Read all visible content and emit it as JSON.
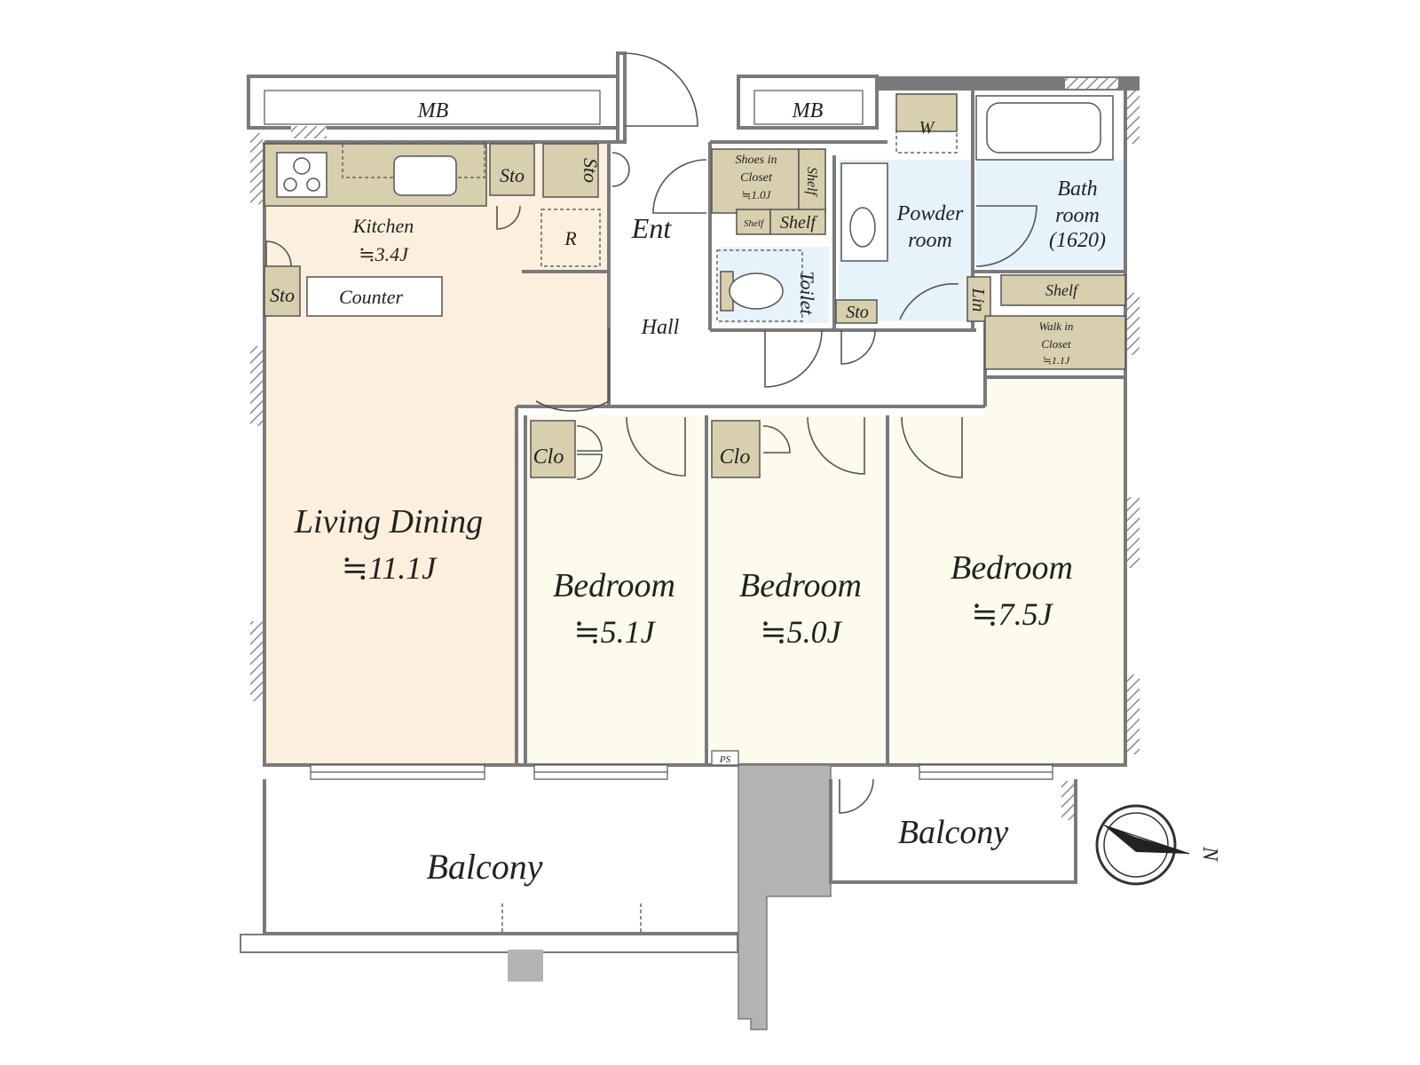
{
  "colors": {
    "living": "#fcefdd",
    "bedroom": "#fdfbec",
    "wet": "#e6f3fb",
    "storage": "#d8cfae",
    "wall": "#7a7a7a",
    "column": "#b3b3b3",
    "line": "#555555"
  },
  "labels": {
    "mb_left": "MB",
    "mb_right": "MB",
    "washer": "W",
    "sto_kitchen_1": "Sto",
    "sto_kitchen_2": "Sto",
    "shoes_line1": "Shoes in",
    "shoes_line2": "Closet",
    "shoes_area": "≒1.0J",
    "shelf_shoes_side": "Shelf",
    "shelf_small": "Shelf",
    "shelf_shoes": "Shelf",
    "entrance": "Ent",
    "fridge": "R",
    "kitchen_name": "Kitchen",
    "kitchen_area": "≒3.4J",
    "sto_counter": "Sto",
    "counter": "Counter",
    "hall": "Hall",
    "toilet": "Toilet",
    "sto_hall": "Sto",
    "powder_line1": "Powder",
    "powder_line2": "room",
    "bath_line1": "Bath",
    "bath_line2": "room",
    "bath_size": "(1620)",
    "linen": "Lin",
    "shelf_wic": "Shelf",
    "wic_line1": "Walk in",
    "wic_line2": "Closet",
    "wic_area": "≒1.1J",
    "closet_1": "Clo",
    "closet_2": "Clo",
    "living_name": "Living Dining",
    "living_area": "≒11.1J",
    "bedroom1_name": "Bedroom",
    "bedroom1_area": "≒5.1J",
    "bedroom2_name": "Bedroom",
    "bedroom2_area": "≒5.0J",
    "bedroom3_name": "Bedroom",
    "bedroom3_area": "≒7.5J",
    "pipe_space": "PS",
    "balcony_main": "Balcony",
    "balcony_small": "Balcony",
    "north": "N"
  },
  "icons": {
    "stove": "stove-icon",
    "sink": "kitchen-sink-icon",
    "bathtub": "bathtub-icon",
    "washbasin": "washbasin-icon",
    "toilet": "toilet-icon",
    "compass": "compass-icon"
  }
}
